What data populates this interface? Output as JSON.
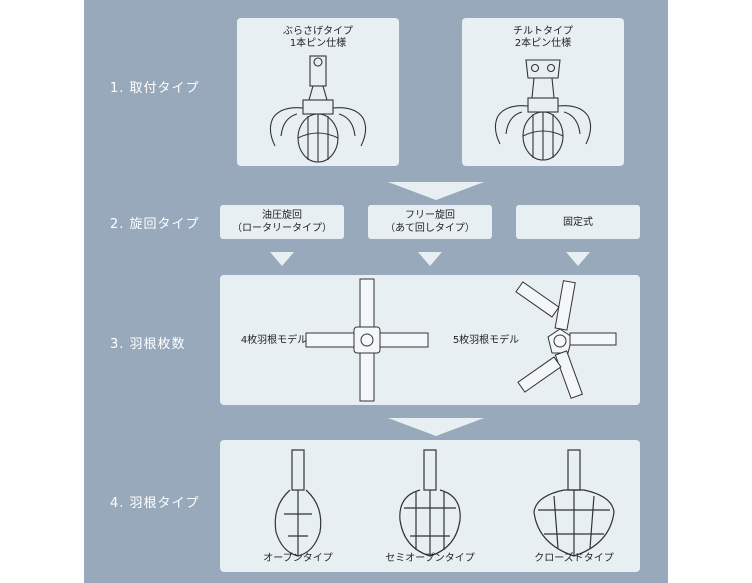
{
  "rows": [
    {
      "label": "1. 取付タイプ"
    },
    {
      "label": "2. 旋回タイプ"
    },
    {
      "label": "3. 羽根枚数"
    },
    {
      "label": "4. 羽根タイプ"
    }
  ],
  "mount": [
    {
      "line1": "ぶらさげタイプ",
      "line2": "1本ピン仕様"
    },
    {
      "line1": "チルトタイプ",
      "line2": "2本ピン仕様"
    }
  ],
  "rotation": [
    {
      "line1": "油圧旋回",
      "line2": "（ロータリータイプ）"
    },
    {
      "line1": "フリー旋回",
      "line2": "（あて回しタイプ）"
    },
    {
      "line1": "固定式",
      "line2": ""
    }
  ],
  "blades": [
    {
      "label": "4枚羽根モデル"
    },
    {
      "label": "5枚羽根モデル"
    }
  ],
  "blade_types": [
    {
      "label": "オープンタイプ"
    },
    {
      "label": "セミオープンタイプ"
    },
    {
      "label": "クローズドタイプ"
    }
  ],
  "colors": {
    "panel": "#98a9bb",
    "box": "#e8eff3",
    "arrow": "#e8eff3",
    "line": "#333333"
  }
}
